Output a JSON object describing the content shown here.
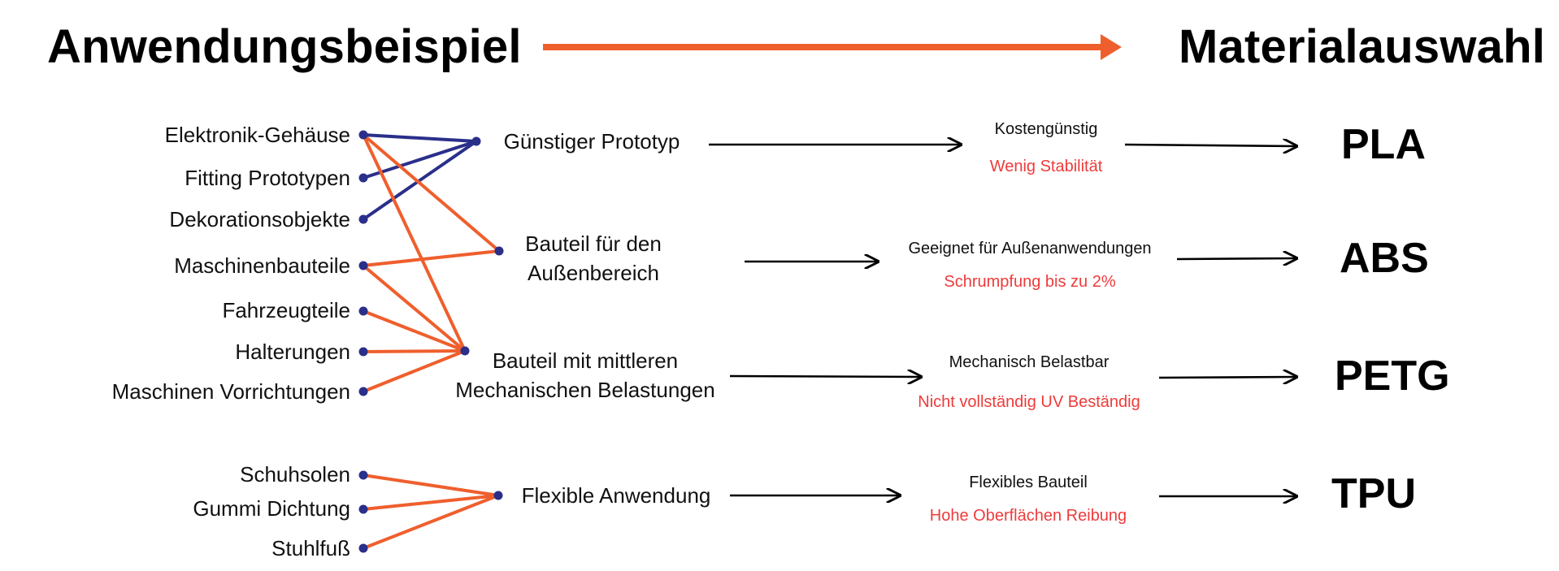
{
  "titles": {
    "left": "Anwendungsbeispiel",
    "right": "Materialauswahl"
  },
  "colors": {
    "accent_orange": "#ef5f2d",
    "navy": "#2a2f8a",
    "con_red": "#ee3b3b",
    "text": "#111111"
  },
  "applications": [
    "Elektronik-Gehäuse",
    "Fitting Prototypen",
    "Dekorationsobjekte",
    "Maschinenbauteile",
    "Fahrzeugteile",
    "Halterungen",
    "Maschinen Vorrichtungen",
    "Schuhsolen",
    "Gummi Dichtung",
    "Stuhlfuß"
  ],
  "categories": [
    {
      "lines": [
        "Günstiger Prototyp"
      ]
    },
    {
      "lines": [
        "Bauteil für den",
        "Außenbereich"
      ]
    },
    {
      "lines": [
        "Bauteil mit mittleren",
        "Mechanischen Belastungen"
      ]
    },
    {
      "lines": [
        "Flexible Anwendung"
      ]
    }
  ],
  "properties": [
    {
      "pro": "Kostengünstig",
      "con": "Wenig Stabilität"
    },
    {
      "pro": "Geeignet für Außenanwendungen",
      "con": "Schrumpfung bis zu 2%"
    },
    {
      "pro": "Mechanisch Belastbar",
      "con": "Nicht vollständig UV Beständig"
    },
    {
      "pro": "Flexibles Bauteil",
      "con": "Hohe Oberflächen Reibung"
    }
  ],
  "materials": [
    "PLA",
    "ABS",
    "PETG",
    "TPU"
  ]
}
